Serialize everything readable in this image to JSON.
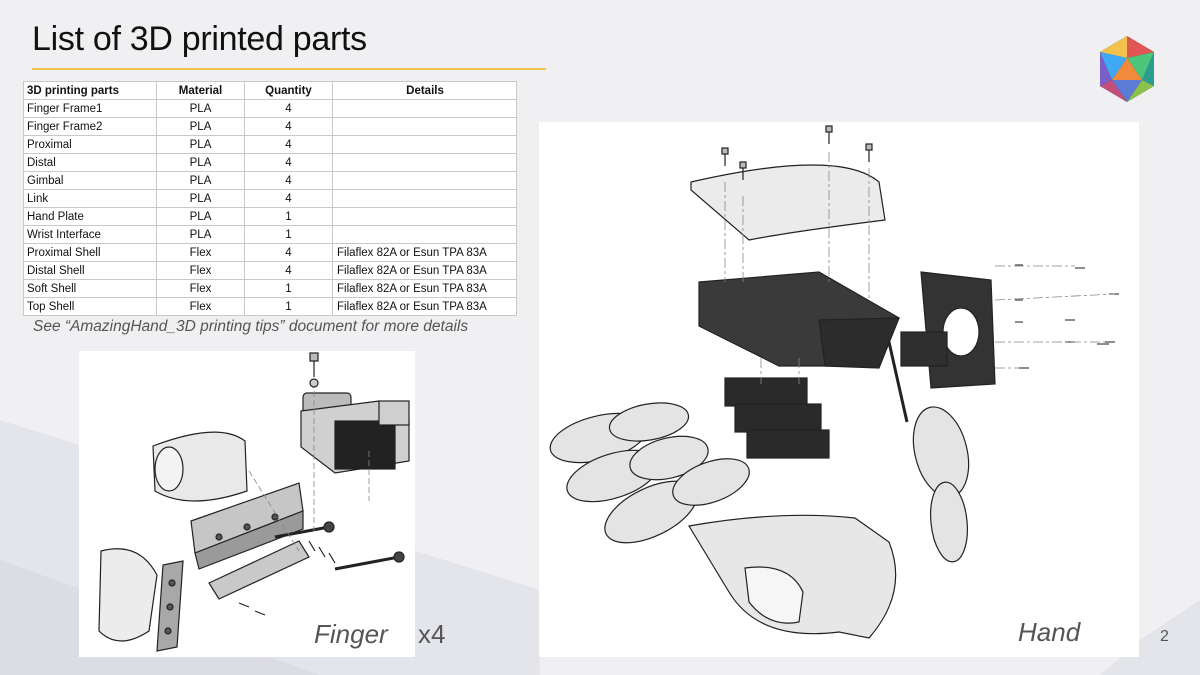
{
  "slide": {
    "title": "List of 3D printed parts",
    "page_number": "2",
    "note": "See “AmazingHand_3D printing tips” document for more details",
    "accent_color": "#f2c14e"
  },
  "table": {
    "headers": [
      "3D printing parts",
      "Material",
      "Quantity",
      "Details"
    ],
    "rows": [
      {
        "name": "Finger Frame1",
        "material": "PLA",
        "quantity": "4",
        "details": ""
      },
      {
        "name": "Finger Frame2",
        "material": "PLA",
        "quantity": "4",
        "details": ""
      },
      {
        "name": "Proximal",
        "material": "PLA",
        "quantity": "4",
        "details": ""
      },
      {
        "name": "Distal",
        "material": "PLA",
        "quantity": "4",
        "details": ""
      },
      {
        "name": "Gimbal",
        "material": "PLA",
        "quantity": "4",
        "details": ""
      },
      {
        "name": "Link",
        "material": "PLA",
        "quantity": "4",
        "details": ""
      },
      {
        "name": "Hand Plate",
        "material": "PLA",
        "quantity": "1",
        "details": ""
      },
      {
        "name": "Wrist Interface",
        "material": "PLA",
        "quantity": "1",
        "details": ""
      },
      {
        "name": "Proximal Shell",
        "material": "Flex",
        "quantity": "4",
        "details": "Filaflex 82A or Esun TPA 83A"
      },
      {
        "name": "Distal Shell",
        "material": "Flex",
        "quantity": "4",
        "details": "Filaflex 82A or Esun TPA 83A"
      },
      {
        "name": "Soft Shell",
        "material": "Flex",
        "quantity": "1",
        "details": "Filaflex 82A or Esun TPA 83A"
      },
      {
        "name": "Top Shell",
        "material": "Flex",
        "quantity": "1",
        "details": "Filaflex 82A or Esun TPA 83A"
      }
    ]
  },
  "images": {
    "finger": {
      "caption": "Finger",
      "multiplier": "x4",
      "icon": "finger-exploded-view"
    },
    "hand": {
      "caption": "Hand",
      "icon": "hand-exploded-view"
    }
  },
  "logo": {
    "icon": "icosahedron-logo"
  }
}
